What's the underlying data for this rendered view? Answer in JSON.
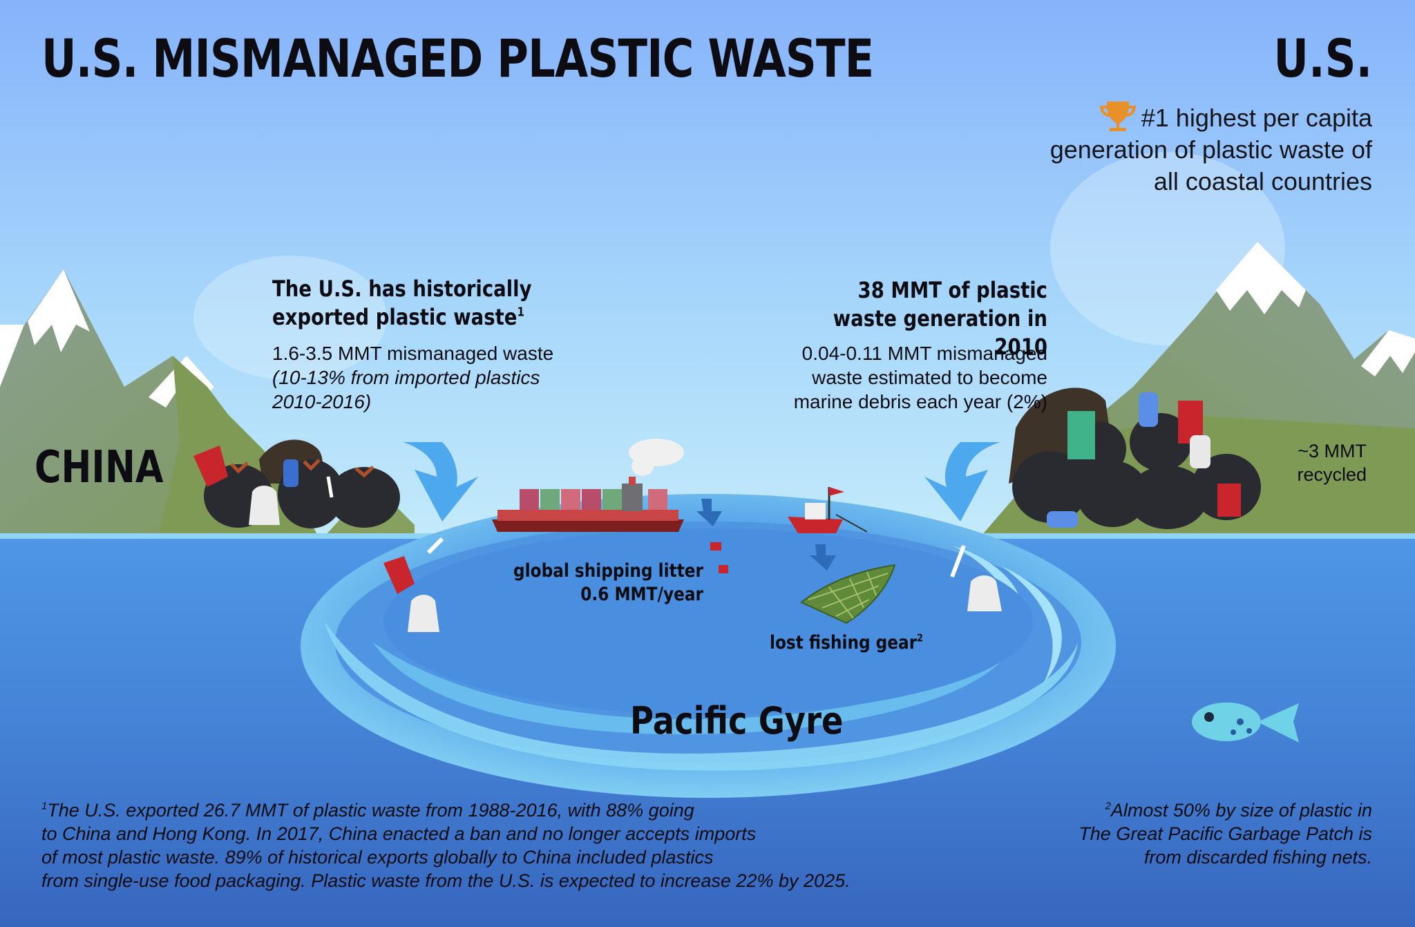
{
  "header": {
    "title": "U.S. MISMANAGED PLASTIC WASTE"
  },
  "us_panel": {
    "label": "U.S.",
    "rank_text": "#1 highest per capita generation of plastic waste of all coastal countries",
    "rank_icon": "trophy-icon"
  },
  "china_label": "CHINA",
  "left_callout": {
    "heading_line1": "The U.S. has historically",
    "heading_line2": "exported plastic waste",
    "heading_marker": "1",
    "value": "1.6-3.5 MMT mismanaged waste",
    "note_line1": "(10-13% from imported plastics",
    "note_line2": "2010-2016)"
  },
  "right_callout": {
    "heading_line1": "38 MMT of plastic",
    "heading_line2": "waste generation in 2010",
    "body_line1": "0.04-0.11 MMT mismanaged",
    "body_line2": "waste estimated to become",
    "body_line3": "marine debris each year (2%)"
  },
  "recycled": {
    "line1": "~3 MMT",
    "line2": "recycled"
  },
  "shipping": {
    "line1": "global shipping litter",
    "line2": "0.6 MMT/year"
  },
  "fishing": {
    "label": "lost fishing gear",
    "marker": "2"
  },
  "gyre_label": "Pacific Gyre",
  "footnotes": {
    "left_marker": "1",
    "left_line1": "The U.S. exported 26.7 MMT of plastic waste from 1988-2016, with 88% going",
    "left_line2": "to China and Hong Kong. In 2017, China enacted a ban and no longer accepts imports",
    "left_line3": "of most plastic waste. 89% of historical exports globally to China included plastics",
    "left_line4": "from single-use food packaging. Plastic waste from the U.S. is expected to increase 22% by 2025.",
    "right_marker": "2",
    "right_line1": "Almost 50% by size of plastic in",
    "right_line2": "The Great Pacific Garbage Patch is",
    "right_line3": "from discarded fishing nets."
  },
  "colors": {
    "sky_top": "#8bb8fb",
    "sky_bottom": "#bfe6fb",
    "ocean": "#4a8ee0",
    "ocean_deep": "#3a6fc6",
    "gyre": "#7fd0f5",
    "mountain": "#8fa57a",
    "snow": "#ffffff",
    "arrow": "#4da8ee",
    "trophy": "#e8912a",
    "text": "#0c0c12"
  },
  "icons": [
    "trophy-icon",
    "trash-bag-icon",
    "cup-icon",
    "bottle-icon",
    "plastic-bag-icon",
    "fork-icon",
    "cargo-ship-icon",
    "fishing-boat-icon",
    "fishing-net-icon",
    "fish-icon",
    "down-arrow-icon"
  ]
}
